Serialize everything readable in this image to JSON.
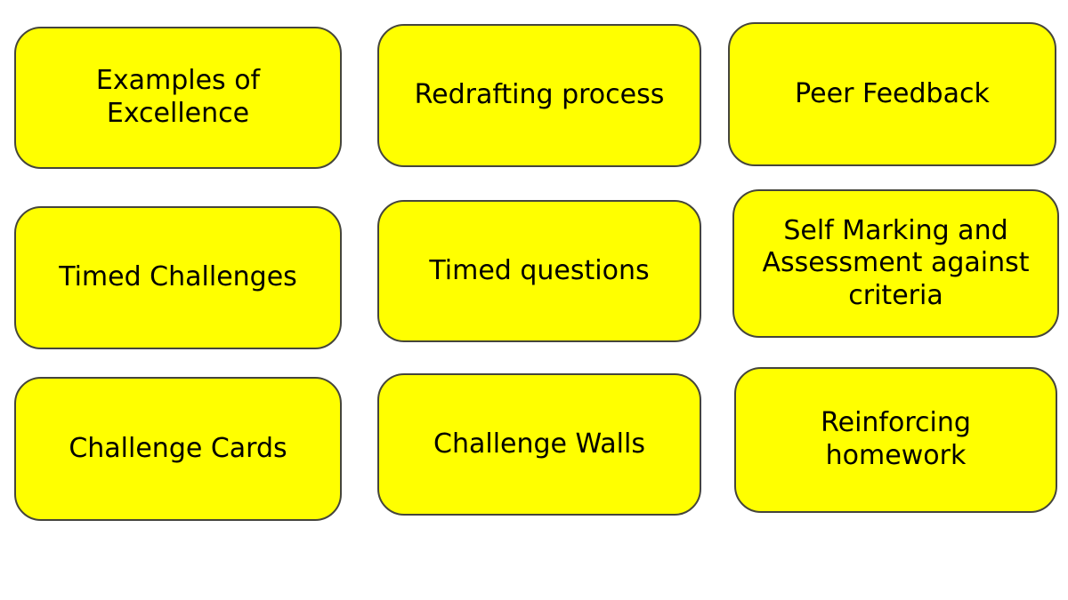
{
  "slide": {
    "background": "#ffffff"
  },
  "card_style": {
    "fill": "#ffff00",
    "border": "#45453c",
    "text_color": "#000000"
  },
  "cards": [
    {
      "label": "Examples of\nExcellence"
    },
    {
      "label": "Redrafting process"
    },
    {
      "label": "Peer Feedback"
    },
    {
      "label": "Timed Challenges"
    },
    {
      "label": "Timed questions"
    },
    {
      "label": "Self Marking and\nAssessment against\ncriteria"
    },
    {
      "label": "Challenge Cards"
    },
    {
      "label": "Challenge Walls"
    },
    {
      "label": "Reinforcing\nhomework"
    }
  ]
}
